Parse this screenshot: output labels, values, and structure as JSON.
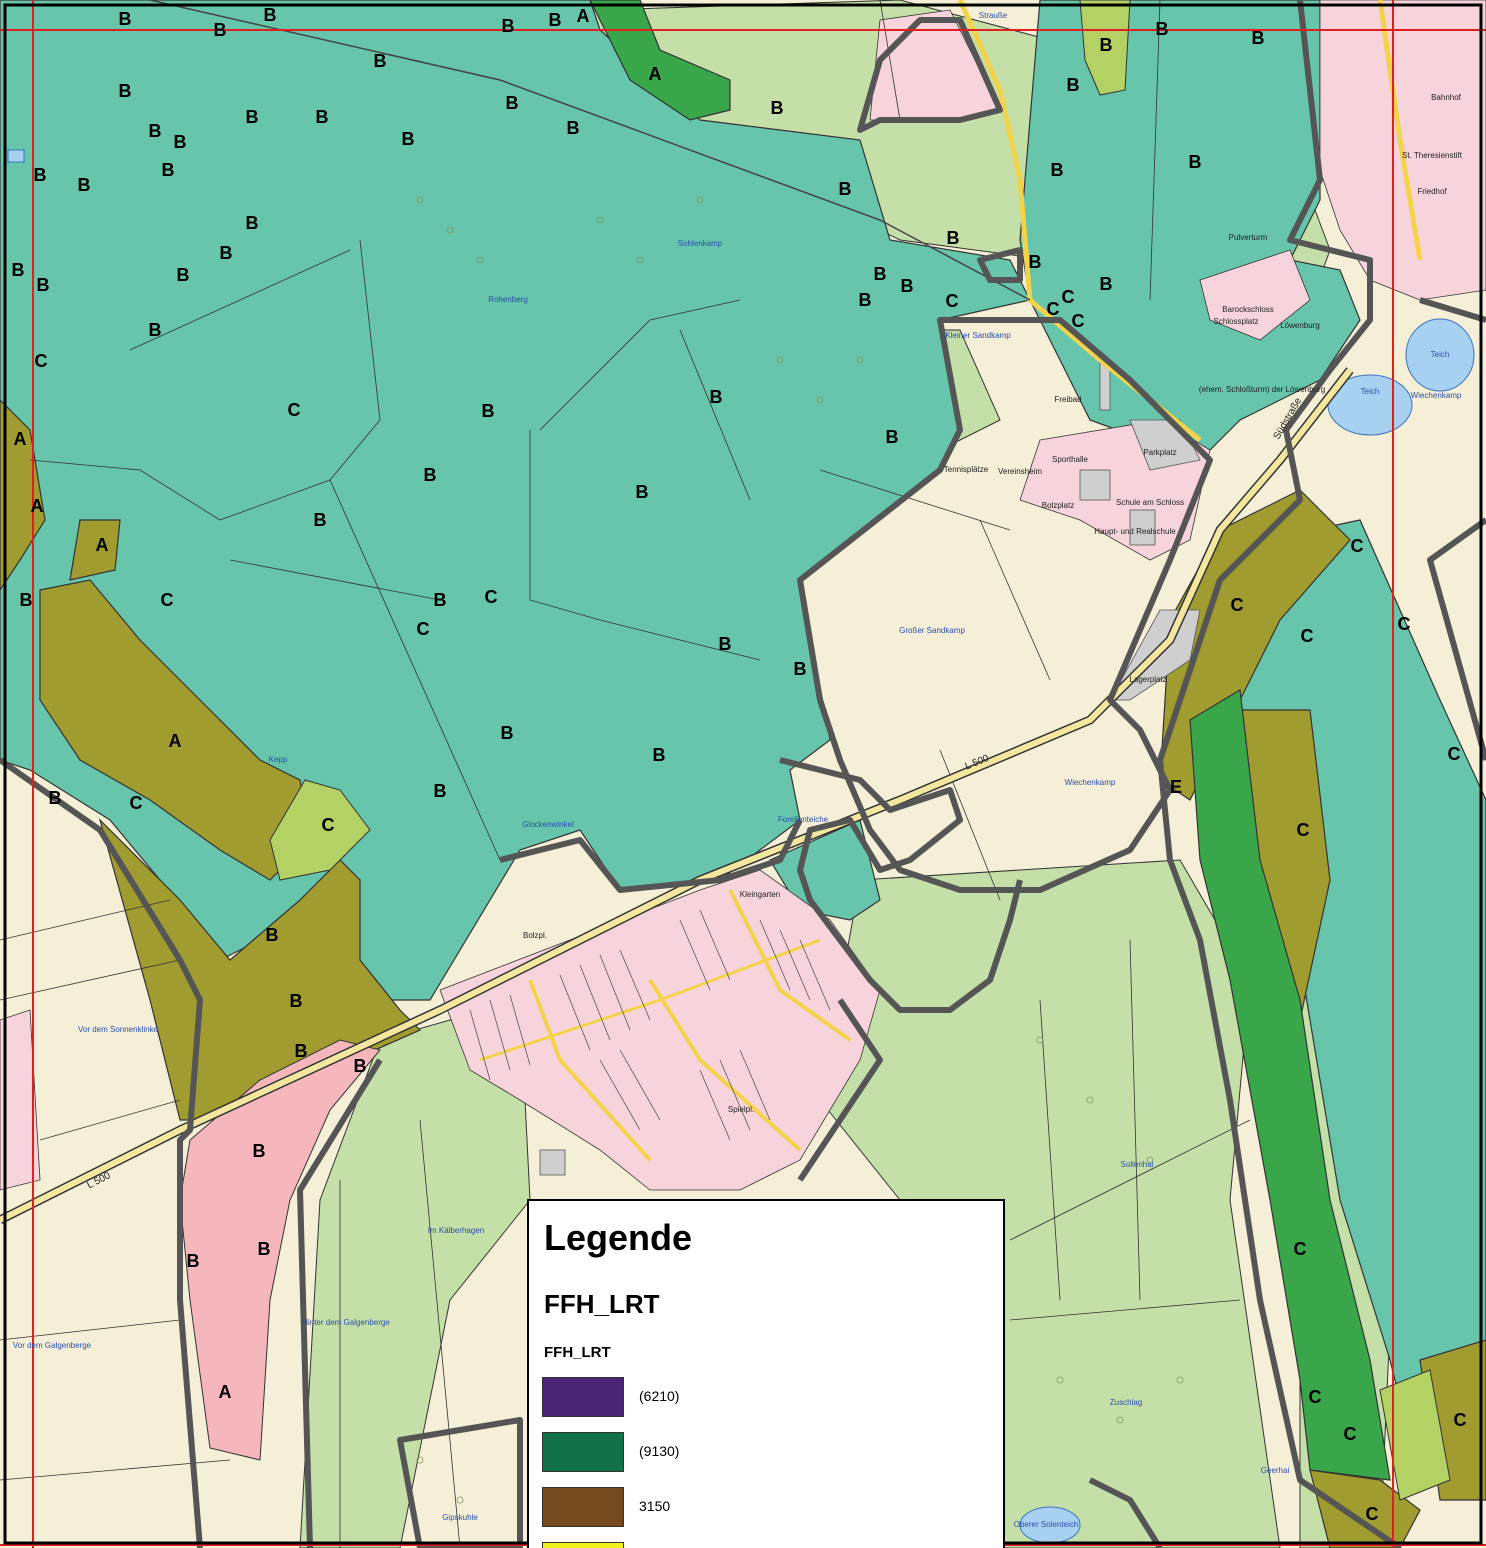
{
  "map": {
    "colors": {
      "background_field": "#f4efd6",
      "forest_light": "#c5dfa8",
      "habitat_9130_teal": "#66c5aa",
      "grade_A_olive": "#a09c30",
      "grade_C_lightgreen": "#b4d264",
      "habitat_green": "#3aa64a",
      "dark_green": "#2f9b45",
      "settlement_pink": "#f7d4dc",
      "pink_area": "#f5b7bb",
      "water": "#a8d0f0",
      "boundary": "#555555",
      "frame_red": "#e02020",
      "road_yellow": "#f3d34a"
    },
    "road_labels": [
      "L 500",
      "L 500",
      "Südstraße"
    ],
    "place_names": [
      "Rohenberg",
      "Sohlenkamp",
      "Kleiner Sandkamp",
      "Freibad",
      "Sporthalle",
      "Parkplatz",
      "Tennisplätze",
      "Vereinsheim",
      "Bolzplatz",
      "Schule am Schloss",
      "Haupt- und Realschule",
      "Großer Sandkamp",
      "Lagerplatz",
      "Wiechenkamp",
      "Glockenwinkel",
      "Forellenteiche",
      "Kleingarten",
      "Bolzpl.",
      "Vor dem Sonnenklinke",
      "Im Kälberhagen",
      "Vor dem Galgenberge",
      "Hinter dem Galgenberge",
      "Sollenhai",
      "Zuschlag",
      "Geerhai",
      "Gipskuhle",
      "Oberer Solenteich",
      "Teich",
      "Teich",
      "Wiechenkamp",
      "Barockschloss",
      "Schlossplatz",
      "Bahnhof",
      "St. Theresienstift",
      "Friedhof",
      "Spielpl.",
      "Strauße",
      "Kepp",
      "Pulverturm",
      "(ehem. Schloßturm) der Löwenburg",
      "Löwenburg"
    ],
    "grade_labels": [
      "A",
      "A",
      "A",
      "A",
      "A",
      "A",
      "A",
      "B",
      "B",
      "B",
      "B",
      "B",
      "B",
      "B",
      "B",
      "B",
      "B",
      "B",
      "B",
      "B",
      "B",
      "B",
      "B",
      "B",
      "B",
      "B",
      "B",
      "B",
      "B",
      "B",
      "B",
      "B",
      "B",
      "B",
      "B",
      "B",
      "B",
      "B",
      "B",
      "B",
      "B",
      "B",
      "B",
      "B",
      "B",
      "B",
      "B",
      "B",
      "B",
      "B",
      "B",
      "B",
      "B",
      "B",
      "B",
      "B",
      "B",
      "B",
      "B",
      "B",
      "B",
      "B",
      "B",
      "B",
      "B",
      "C",
      "C",
      "C",
      "C",
      "C",
      "C",
      "C",
      "C",
      "C",
      "C",
      "C",
      "C",
      "C",
      "C",
      "C",
      "C",
      "C",
      "C",
      "C",
      "C",
      "C",
      "C",
      "E"
    ]
  },
  "legend": {
    "title": "Legende",
    "layer_name": "FFH_LRT",
    "field_name": "FFH_LRT",
    "items": [
      {
        "label": "(6210)",
        "color": "#4b2478"
      },
      {
        "label": "(9130)",
        "color": "#12704a"
      },
      {
        "label": "3150",
        "color": "#744a1e"
      },
      {
        "label": "",
        "color": "#f2f21c"
      }
    ]
  }
}
